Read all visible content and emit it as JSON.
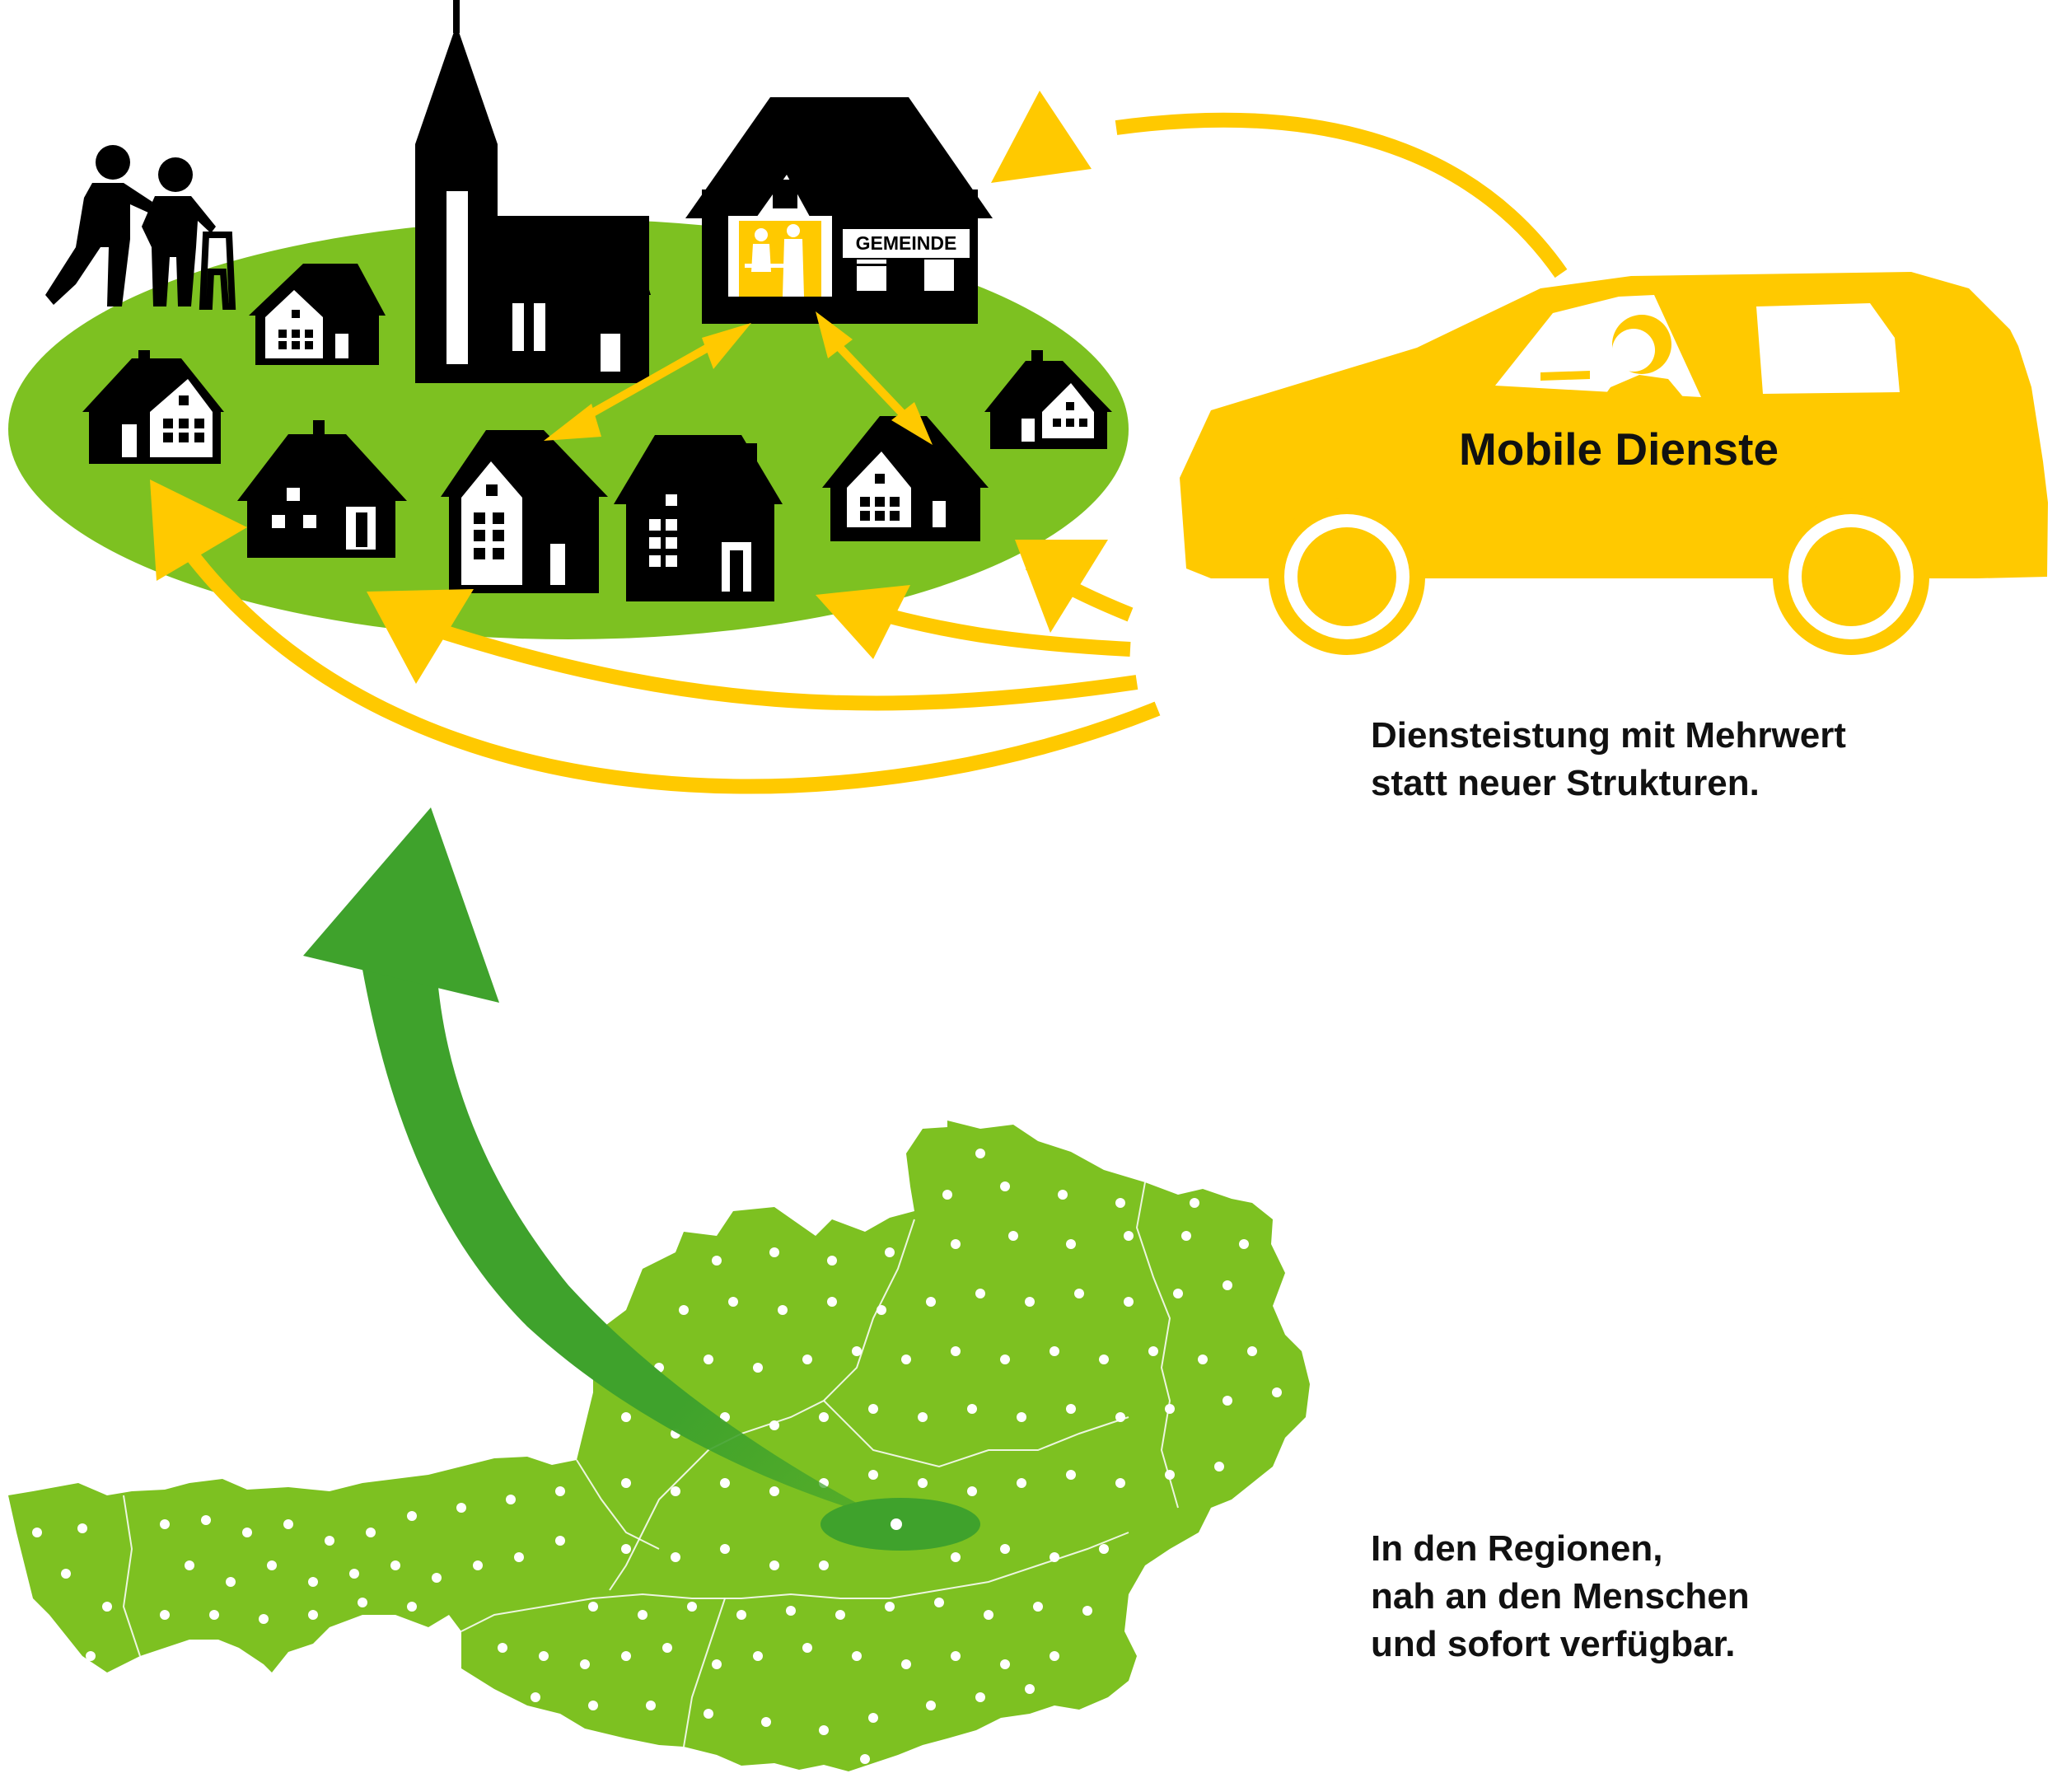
{
  "colors": {
    "yellow": "#FFC900",
    "village_green": "#7DC121",
    "arrow_green": "#3FA22C",
    "map_green": "#7DC121",
    "black": "#000000"
  },
  "icons": [
    "elderly-walker-icon",
    "church-icon",
    "town-hall-icon",
    "house-icon",
    "car-icon",
    "driver-icon"
  ],
  "village": {
    "townhall_sign": "GEMEINDE"
  },
  "car": {
    "label": "Mobile Dienste"
  },
  "captions": {
    "top_line1": "Diensteistung mit Mehrwert",
    "top_line2": "statt neuer Strukturen.",
    "bottom_line1": "In den Regionen,",
    "bottom_line2": "nah an den Menschen",
    "bottom_line3": "und sofort verfügbar."
  }
}
